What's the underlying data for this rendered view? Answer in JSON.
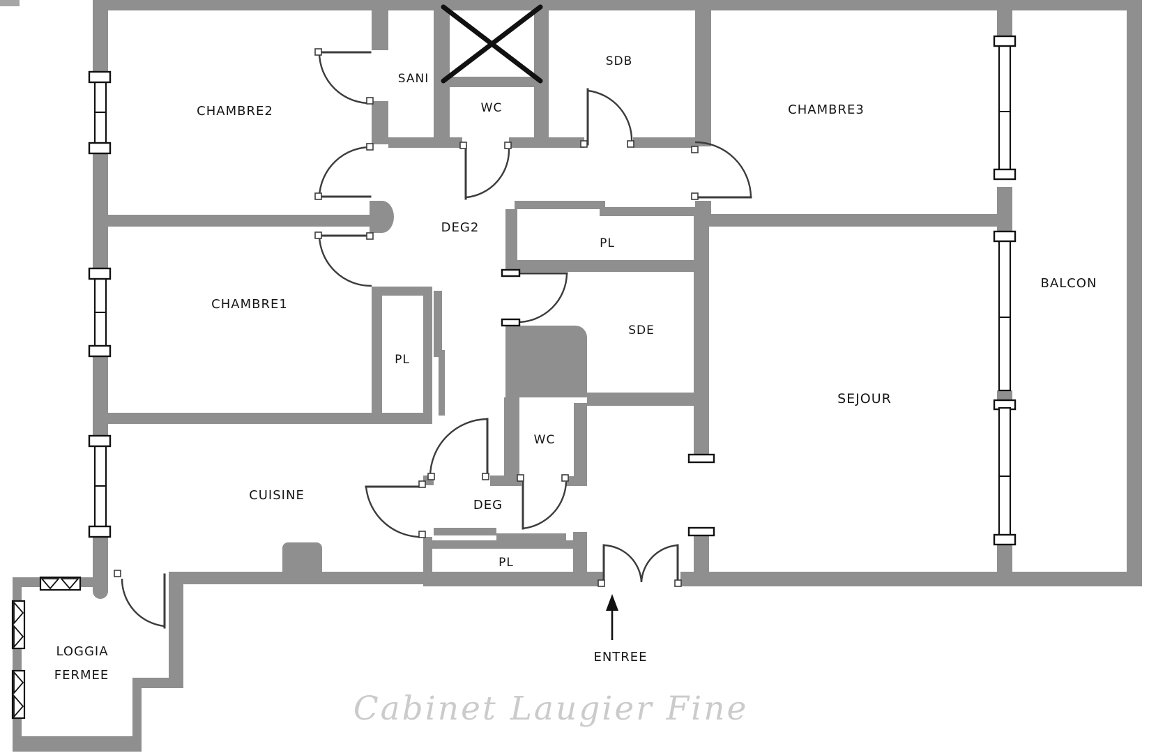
{
  "plan": {
    "type": "apartment-floor-plan",
    "watermark": "Cabinet Laugier Fine"
  },
  "colors": {
    "wall": "#8f8f8f",
    "line": "#3c3c3c",
    "ink": "#161616",
    "wm": "#cbcbcb",
    "bg": "#ffffff"
  },
  "labels": {
    "chambre2": "CHAMBRE2",
    "sani": "SANI",
    "wc_top": "WC",
    "sdb": "SDB",
    "chambre3": "CHAMBRE3",
    "balcon": "BALCON",
    "deg2": "DEG2",
    "pl_middle": "PL",
    "chambre1": "CHAMBRE1",
    "pl_chambre1": "PL",
    "sde": "SDE",
    "sejour": "SEJOUR",
    "cuisine": "CUISINE",
    "wc_bottom": "WC",
    "deg": "DEG",
    "pl_bottom": "PL",
    "loggia_line1": "LOGGIA",
    "loggia_line2": "FERMEE",
    "entree": "ENTREE",
    "watermark": "Cabinet Laugier Fine"
  }
}
